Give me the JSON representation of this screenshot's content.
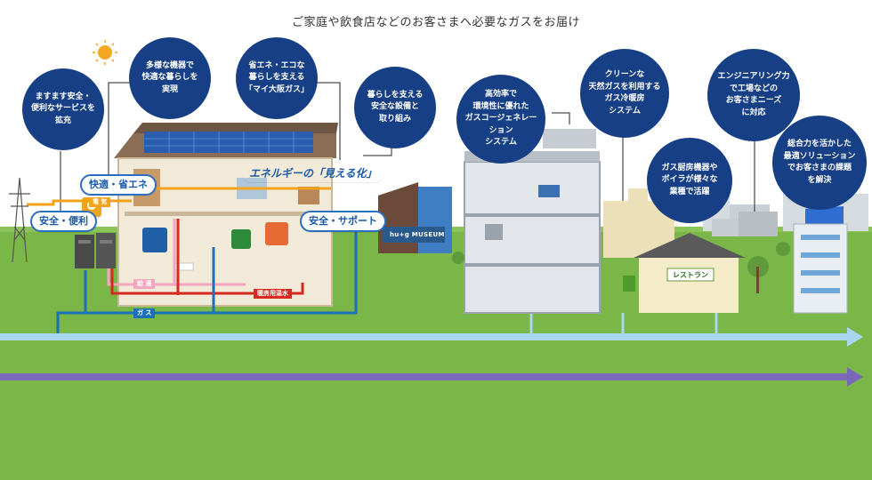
{
  "headline": "ご家庭や飲食店などのお客さまへ必要なガスをお届け",
  "bubbles": [
    {
      "id": "safety-service",
      "text": "ますます安全・\n便利なサービスを\n拡充"
    },
    {
      "id": "diverse-devices",
      "text": "多様な機器で\n快適な暮らしを\n実現"
    },
    {
      "id": "my-osaka-gas",
      "text": "省エネ・エコな\n暮らしを支える\n「マイ大阪ガス」"
    },
    {
      "id": "safety-equipment",
      "text": "暮らしを支える\n安全な設備と\n取り組み"
    },
    {
      "id": "cogeneration",
      "text": "高効率で\n環境性に優れた\nガスコージェネレーション\nシステム"
    },
    {
      "id": "clean-cooling",
      "text": "クリーンな\n天然ガスを利用する\nガス冷暖房\nシステム"
    },
    {
      "id": "kitchen-boiler",
      "text": "ガス厨房機器や\nボイラが様々な\n業種で活躍"
    },
    {
      "id": "engineering",
      "text": "エンジニアリング力\nで工場などの\nお客さまニーズ\nに対応"
    },
    {
      "id": "solutions",
      "text": "総合力を活かした\n最適ソリューション\nでお客さまの課題\nを解決"
    }
  ],
  "pills": [
    {
      "id": "comfort-energy-saving",
      "text": "快適・省エネ"
    },
    {
      "id": "safety-convenience",
      "text": "安全・便利"
    },
    {
      "id": "visualization",
      "text": "エネルギーの「見える化」"
    },
    {
      "id": "safety-support",
      "text": "安全・サポート"
    }
  ],
  "tags": {
    "electricity": "電 気",
    "hot_water": "給 湯",
    "heating_water": "暖房用温水",
    "gas": "ガ ス"
  },
  "museum_sign": "hu+g MUSEUM",
  "restaurant_sign": "レストラン",
  "colors": {
    "bubble": "#173f86",
    "grass": "#7ab648",
    "gas_line": "#1d6fb8",
    "hot_water_line": "#d7291f",
    "electric_line": "#f0a31b",
    "light_line": "#a8d7ef",
    "purple_line": "#7a68b8"
  }
}
